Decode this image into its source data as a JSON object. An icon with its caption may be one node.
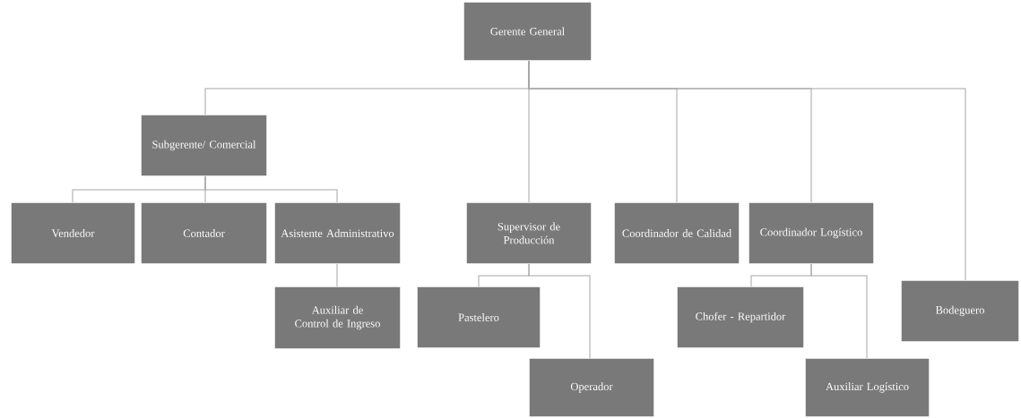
{
  "diagram": {
    "nodes": [
      {
        "text": [
          "Gerente General"
        ]
      },
      {
        "text": [
          "Subgerente/ Comercial"
        ]
      },
      {
        "text": [
          "Vendedor"
        ]
      },
      {
        "text": [
          "Contador"
        ]
      },
      {
        "text": [
          "Asistente Administrativo"
        ]
      },
      {
        "text": [
          "Auxiliar de Control de Ingreso"
        ]
      },
      {
        "text": [
          "Supervisor de Producción"
        ]
      },
      {
        "text": [
          "Pastelero"
        ]
      },
      {
        "text": [
          "Operador"
        ]
      },
      {
        "text": [
          "Coordinador de Calidad"
        ]
      },
      {
        "text": [
          "Coordinador Logístico"
        ]
      },
      {
        "text": [
          "Chofer - Repartidor"
        ]
      },
      {
        "text": [
          "Auxiliar Logístico"
        ]
      },
      {
        "text": [
          "Bodeguero"
        ]
      }
    ],
    "edges": [
      {
        "from": 0,
        "to": 1,
        "arrow": "none"
      },
      {
        "from": 0,
        "to": 6,
        "arrow": "none"
      },
      {
        "from": 0,
        "to": 9,
        "arrow": "none"
      },
      {
        "from": 0,
        "to": 10,
        "arrow": "none"
      },
      {
        "from": 0,
        "to": 13,
        "arrow": "none"
      },
      {
        "from": 1,
        "to": 2,
        "arrow": "none"
      },
      {
        "from": 1,
        "to": 3,
        "arrow": "none"
      },
      {
        "from": 1,
        "to": 4,
        "arrow": "none"
      },
      {
        "from": 4,
        "to": 5,
        "arrow": "none"
      },
      {
        "from": 6,
        "to": 7,
        "arrow": "none"
      },
      {
        "from": 6,
        "to": 8,
        "arrow": "none"
      },
      {
        "from": 10,
        "to": 11,
        "arrow": "none"
      },
      {
        "from": 10,
        "to": 12,
        "arrow": "none"
      }
    ]
  }
}
